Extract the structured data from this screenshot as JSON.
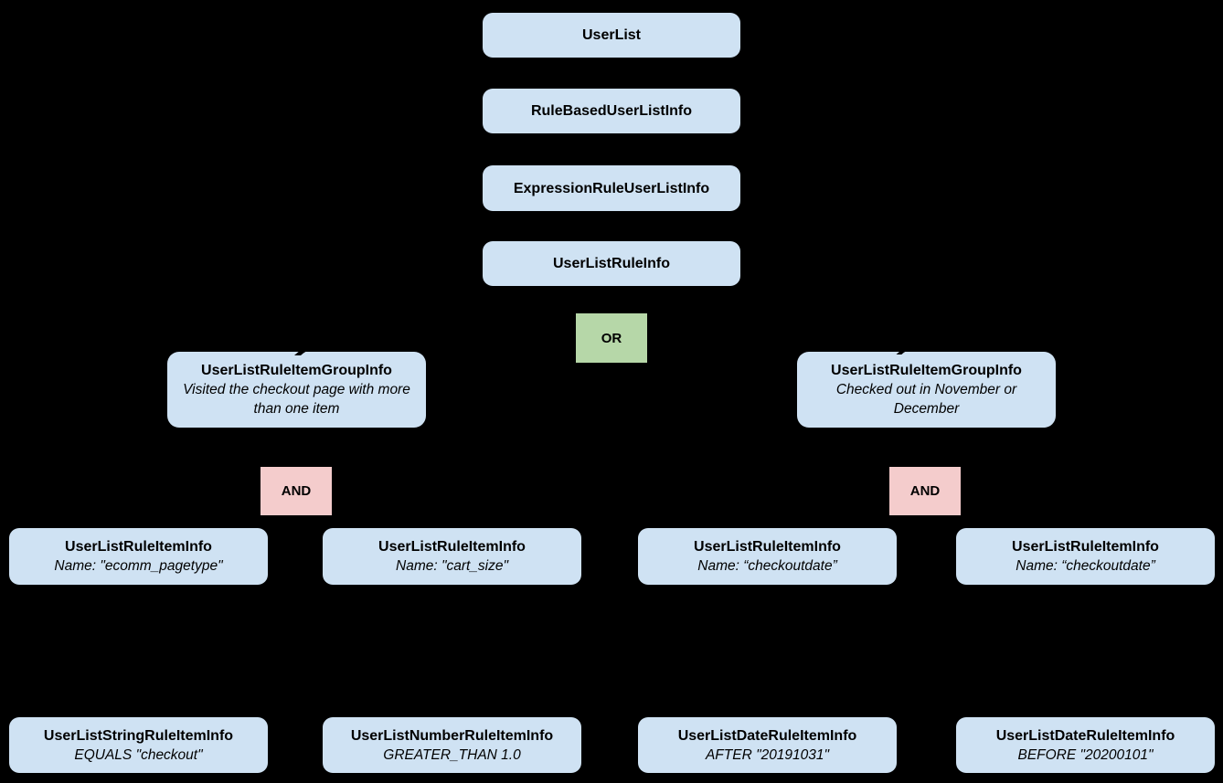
{
  "diagram": {
    "background": "#000000",
    "colors": {
      "background": "#000000",
      "node_fill": "#cfe2f3",
      "or_fill": "#b6d7a8",
      "and_fill": "#f4cccc",
      "text": "#000000",
      "connector": "#000000"
    },
    "chain": [
      {
        "label": "UserList"
      },
      {
        "label": "RuleBasedUserListInfo"
      },
      {
        "label": "ExpressionRuleUserListInfo"
      },
      {
        "label": "UserListRuleInfo"
      }
    ],
    "or_operator": {
      "label": "OR"
    },
    "and_operator": {
      "label": "AND"
    },
    "groups": [
      {
        "title": "UserListRuleItemGroupInfo",
        "description": "Visited the checkout page with more than one item"
      },
      {
        "title": "UserListRuleItemGroupInfo",
        "description": "Checked out in November or December"
      }
    ],
    "rule_items": [
      {
        "title": "UserListRuleItemInfo",
        "description": "Name: \"ecomm_pagetype\""
      },
      {
        "title": "UserListRuleItemInfo",
        "description": "Name: \"cart_size\""
      },
      {
        "title": "UserListRuleItemInfo",
        "description": "Name: “checkoutdate”"
      },
      {
        "title": "UserListRuleItemInfo",
        "description": "Name: “checkoutdate”"
      }
    ],
    "operands": [
      {
        "title": "UserListStringRuleItemInfo",
        "description": "EQUALS \"checkout\""
      },
      {
        "title": "UserListNumberRuleItemInfo",
        "description": "GREATER_THAN 1.0"
      },
      {
        "title": "UserListDateRuleItemInfo",
        "description": "AFTER \"20191031\""
      },
      {
        "title": "UserListDateRuleItemInfo",
        "description": "BEFORE \"20200101\""
      }
    ]
  }
}
